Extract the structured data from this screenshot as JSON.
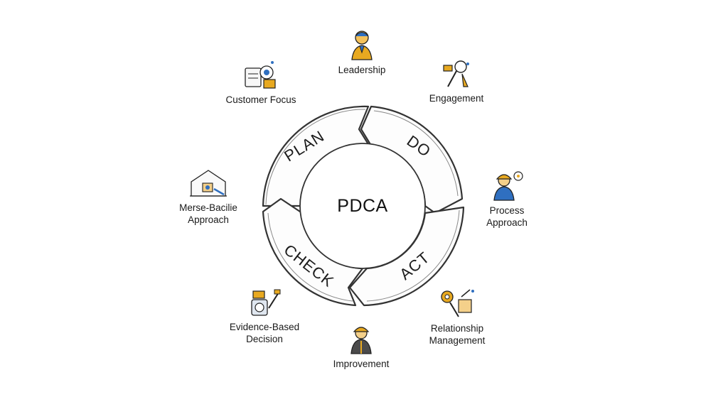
{
  "diagram": {
    "center_label": "PDCA",
    "phases": [
      {
        "id": "plan",
        "label": "PLAN"
      },
      {
        "id": "do",
        "label": "DO"
      },
      {
        "id": "act",
        "label": "ACT"
      },
      {
        "id": "check",
        "label": "CHECK"
      }
    ],
    "principles": [
      {
        "label": "Leadership",
        "icon": "leader-person-icon"
      },
      {
        "label": "Engagement",
        "icon": "engagement-tools-icon"
      },
      {
        "label": "Process\nApproach",
        "icon": "process-worker-icon"
      },
      {
        "label": "Relationship\nManagement",
        "icon": "relationship-tools-icon"
      },
      {
        "label": "Improvement",
        "icon": "improvement-worker-icon"
      },
      {
        "label": "Evidence-Based\nDecision",
        "icon": "evidence-machine-icon"
      },
      {
        "label": "Merse-Bacilie\nApproach",
        "icon": "house-approach-icon"
      },
      {
        "label": "Customer Focus",
        "icon": "customer-focus-icon"
      }
    ],
    "colors": {
      "ink": "#1c1c1c",
      "accent_yellow": "#e8a920",
      "accent_blue": "#2f6fc0",
      "background": "#ffffff"
    }
  }
}
